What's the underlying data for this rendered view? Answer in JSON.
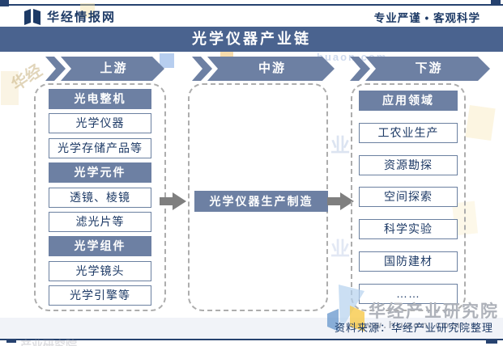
{
  "colors": {
    "line": "#26426f",
    "navy": "#1d3a66",
    "titlebar": "#4a638f",
    "accent": "#6d80a3",
    "boxborder": "#6b80a0",
    "arrow": "#7f7f7f",
    "footerbg": "#f1f3f8",
    "dash": "#adadad",
    "wmgray": "#aeb2ba"
  },
  "page": {
    "brand": "华经情报网",
    "slogan": "专业严谨 • 客观科学",
    "title": "光学仪器产业链",
    "source_note": "资料来源：华经产业研究院整理"
  },
  "stages": [
    {
      "label": "上游"
    },
    {
      "label": "中游"
    },
    {
      "label": "下游"
    }
  ],
  "upstream": {
    "groups": [
      {
        "header": "光电整机",
        "items": [
          "光学仪器",
          "光学存储产品等"
        ]
      },
      {
        "header": "光学元件",
        "items": [
          "透镜、棱镜",
          "滤光片等"
        ]
      },
      {
        "header": "光学组件",
        "items": [
          "光学镜头",
          "光学引擎等"
        ]
      }
    ]
  },
  "midstream": {
    "label": "光学仪器生产制造"
  },
  "downstream": {
    "header": "应用领域",
    "items": [
      "工农业生产",
      "资源勘探",
      "空间探索",
      "科学实验",
      "国防建材",
      "……"
    ]
  },
  "watermarks": {
    "brand_large": "华经产业研究院",
    "site_url": "www.huaon.com",
    "corner_glyphs": "华经",
    "side_glyph": "业",
    "faint_url": "huaon.com",
    "bottom_fragment": "产业研究院"
  }
}
